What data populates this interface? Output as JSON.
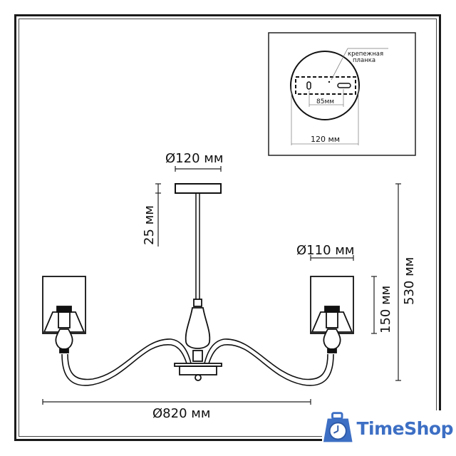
{
  "inset": {
    "bracket_label_line1": "крепежная",
    "bracket_label_line2": "планка",
    "hole_spacing": "85мм",
    "base_diameter": "120 мм"
  },
  "dimensions": {
    "canopy_diameter": "Ø120 мм",
    "canopy_height": "25 мм",
    "shade_diameter": "Ø110 мм",
    "shade_height": "150 мм",
    "total_height": "530 мм",
    "total_width": "Ø820 мм"
  },
  "logo": {
    "brand": "TimeShop",
    "color": "#3d6fc4"
  },
  "colors": {
    "line": "#111111",
    "background": "#ffffff"
  }
}
